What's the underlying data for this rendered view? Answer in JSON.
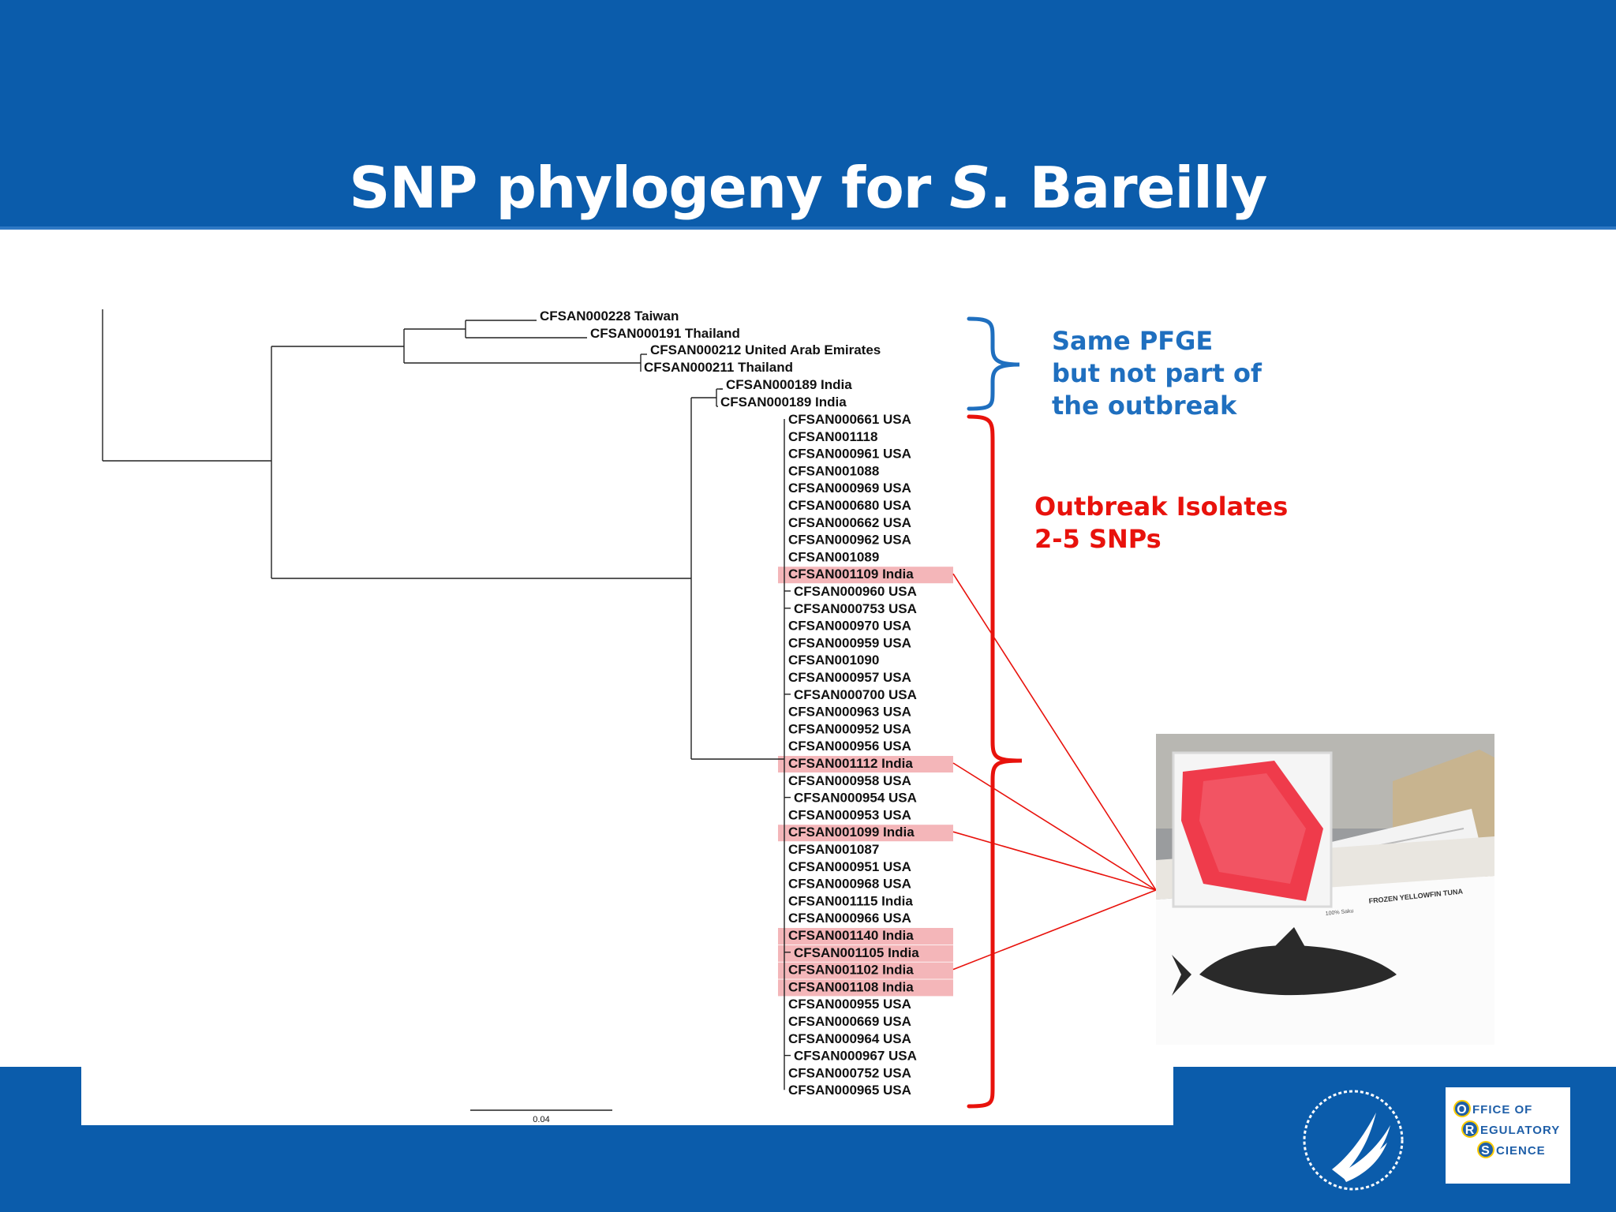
{
  "slide": {
    "title_prefix": "SNP phylogeny for ",
    "title_italic": "S",
    "title_suffix": ". Bareilly"
  },
  "annotations": {
    "blue_lines": [
      "Same PFGE",
      "but not part of",
      "the outbreak"
    ],
    "red_lines": [
      "Outbreak Isolates",
      "2-5 SNPs"
    ],
    "blue_color": "#1f6fbf",
    "red_color": "#e8120c"
  },
  "tree": {
    "scale_label": "0.04",
    "outgroup_tips": [
      "CFSAN000228 Taiwan",
      "CFSAN000191 Thailand",
      "CFSAN000212 United Arab Emirates",
      "CFSAN000211 Thailand",
      "CFSAN000189 India",
      "CFSAN000189 India"
    ],
    "outbreak_tips": [
      "CFSAN000661 USA",
      "CFSAN001118",
      "CFSAN000961 USA",
      "CFSAN001088",
      "CFSAN000969 USA",
      "CFSAN000680 USA",
      "CFSAN000662 USA",
      "CFSAN000962 USA",
      "CFSAN001089",
      "CFSAN001109 India",
      "CFSAN000960 USA",
      "CFSAN000753 USA",
      "CFSAN000970 USA",
      "CFSAN000959 USA",
      "CFSAN001090",
      "CFSAN000957 USA",
      "CFSAN000700 USA",
      "CFSAN000963 USA",
      "CFSAN000952 USA",
      "CFSAN000956 USA",
      "CFSAN001112 India",
      "CFSAN000958 USA",
      "CFSAN000954 USA",
      "CFSAN000953 USA",
      "CFSAN001099 India",
      "CFSAN001087",
      "CFSAN000951 USA",
      "CFSAN000968 USA",
      "CFSAN001115 India",
      "CFSAN000966 USA",
      "CFSAN001140 India",
      "CFSAN001105 India",
      "CFSAN001102 India",
      "CFSAN001108 India",
      "CFSAN000955 USA",
      "CFSAN000669 USA",
      "CFSAN000964 USA",
      "CFSAN000967 USA",
      "CFSAN000752 USA",
      "CFSAN000965 USA"
    ],
    "highlighted_tips": [
      "CFSAN001109 India",
      "CFSAN001112 India",
      "CFSAN001099 India",
      "CFSAN001140 India",
      "CFSAN001105 India",
      "CFSAN001102 India",
      "CFSAN001108 India"
    ],
    "highlight_color": "#f2a9ad",
    "connector_color": "#e8120c"
  },
  "photo": {
    "box_label": "FROZEN YELLOWFIN TUNA",
    "box_sublabel": "100% Saku"
  },
  "logos": {
    "hhs": "hhs-eagle-logo",
    "ors_lines": [
      {
        "initial": "O",
        "rest": "FFICE OF"
      },
      {
        "initial": "R",
        "rest": "EGULATORY"
      },
      {
        "initial": "S",
        "rest": "CIENCE"
      }
    ]
  }
}
